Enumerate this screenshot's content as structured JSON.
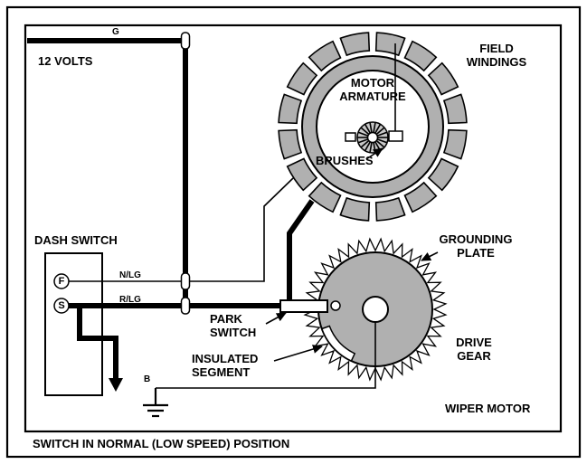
{
  "colors": {
    "line": "#000000",
    "gray_fill": "#b0b0b0",
    "background": "#ffffff"
  },
  "power": {
    "ground_terminal": "G",
    "supply": "12 VOLTS"
  },
  "motor": {
    "armature": [
      "MOTOR",
      "ARMATURE"
    ],
    "field_windings": [
      "FIELD",
      "WINDINGS"
    ],
    "brushes": "BRUSHES",
    "housing": "WIPER MOTOR"
  },
  "dash_switch": {
    "title": "DASH SWITCH",
    "terminal_f": "F",
    "terminal_s": "S",
    "wire_f": "N/LG",
    "wire_s": "R/LG"
  },
  "park_switch": [
    "PARK",
    "SWITCH"
  ],
  "insulated_segment": [
    "INSULATED",
    "SEGMENT"
  ],
  "grounding_plate": [
    "GROUNDING",
    "PLATE"
  ],
  "drive_gear": [
    "DRIVE",
    "GEAR"
  ],
  "ground_wire": "B",
  "caption": "SWITCH IN NORMAL (LOW SPEED) POSITION"
}
